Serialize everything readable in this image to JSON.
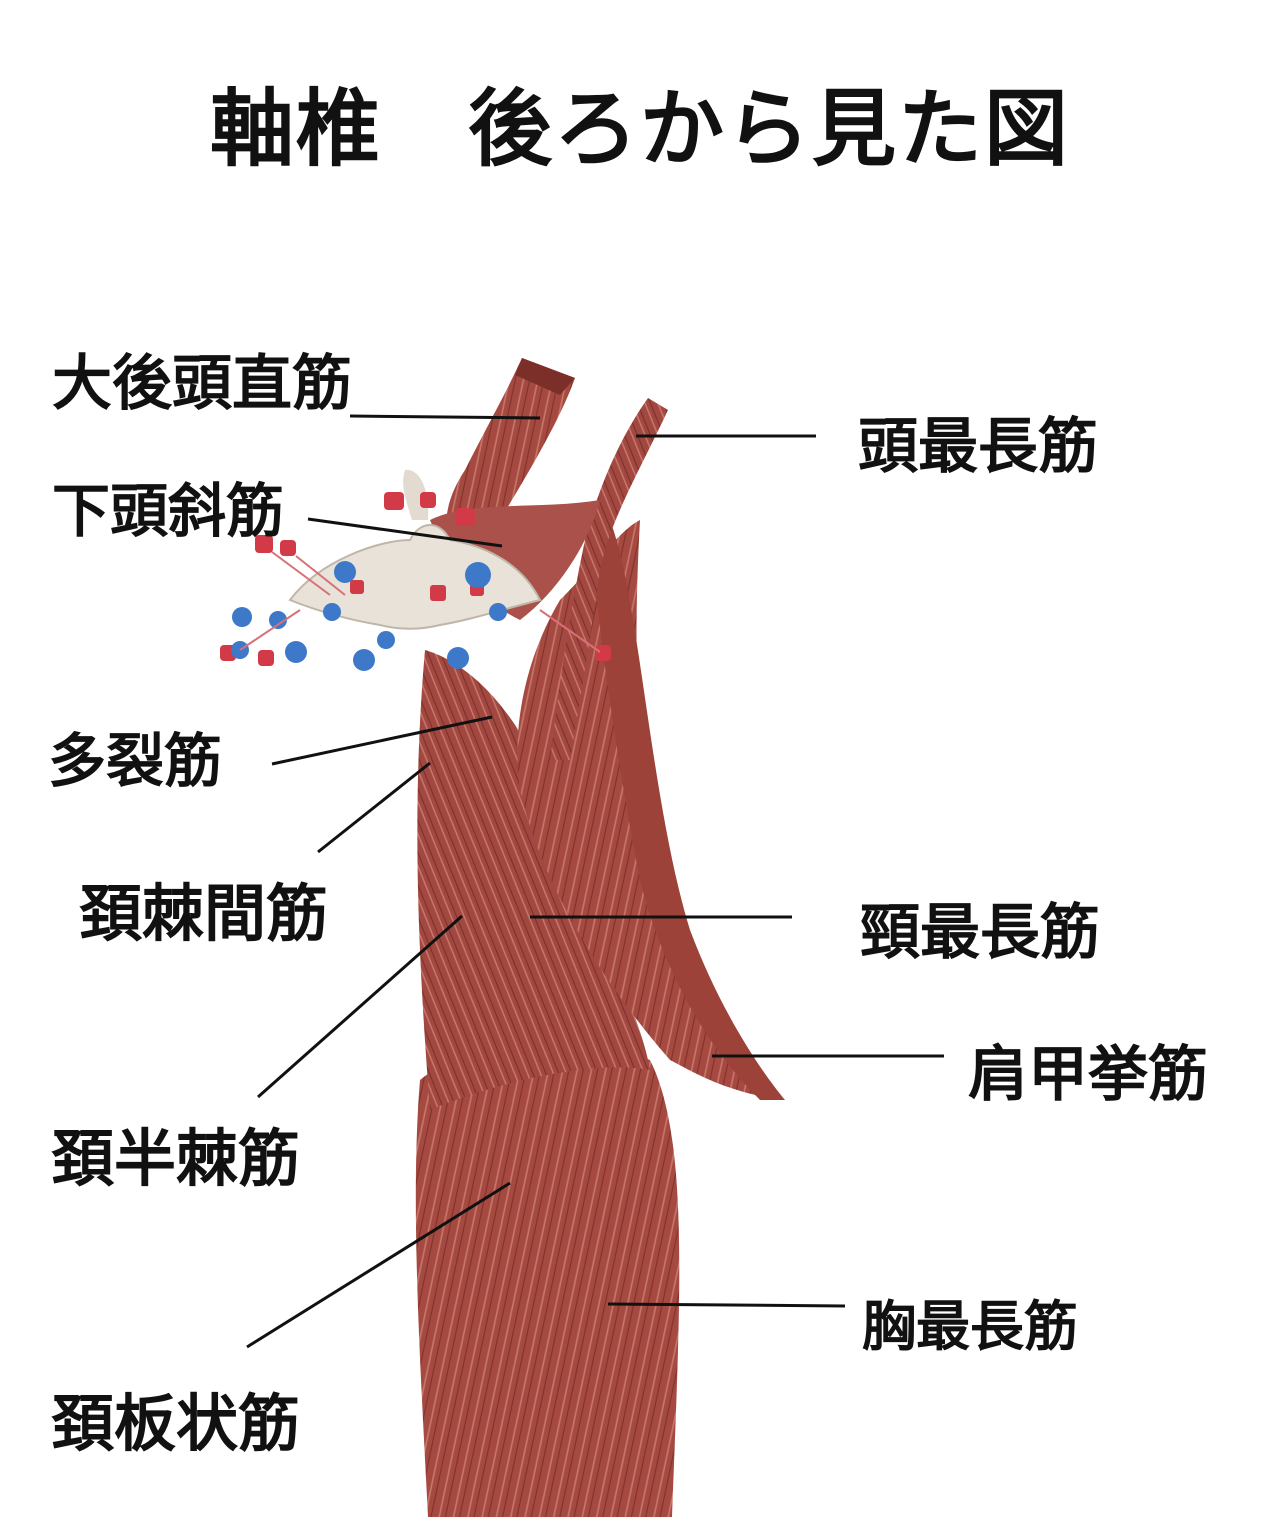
{
  "title": "軸椎　後ろから見た図",
  "labels": {
    "rectus_capitis_posterior_major": "大後頭直筋",
    "obliquus_capitis_inferior": "下頭斜筋",
    "multifidus": "多裂筋",
    "interspinales_cervicis": "頚棘間筋",
    "semispinalis_cervicis": "頚半棘筋",
    "splenius_cervicis": "頚板状筋",
    "longissimus_capitis": "頭最長筋",
    "longissimus_cervicis": "頸最長筋",
    "levator_scapulae": "肩甲挙筋",
    "longissimus_thoracis": "胸最長筋"
  },
  "colors": {
    "muscle_dark": "#8a3a32",
    "muscle": "#a84d44",
    "muscle_light": "#c4766b",
    "bone": "#e9e4dc",
    "origin_marker": "#d23a48",
    "insertion_marker": "#3d78c9",
    "leader_line": "#111111"
  }
}
